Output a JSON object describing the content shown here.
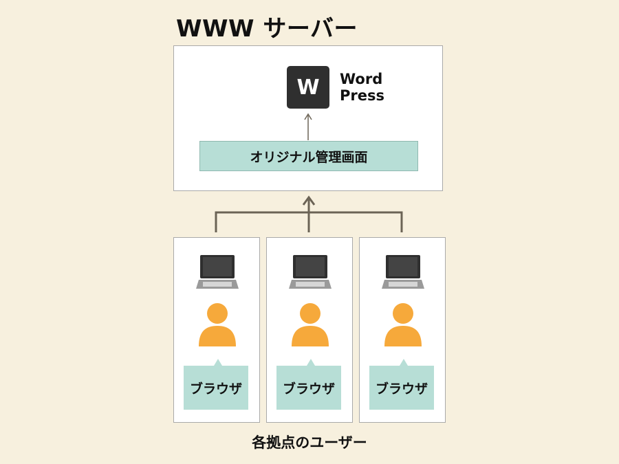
{
  "title": "WWW サーバー",
  "server": {
    "wp_icon_letter": "W",
    "wp_label_line1": "Word",
    "wp_label_line2": "Press",
    "admin_label": "オリジナル管理画面"
  },
  "users": [
    {
      "browser_label": "ブラウザ",
      "laptop_icon": "laptop-icon",
      "person_icon": "person-icon"
    },
    {
      "browser_label": "ブラウザ",
      "laptop_icon": "laptop-icon",
      "person_icon": "person-icon"
    },
    {
      "browser_label": "ブラウザ",
      "laptop_icon": "laptop-icon",
      "person_icon": "person-icon"
    }
  ],
  "footer": "各拠点のユーザー",
  "colors": {
    "background": "#f7f0de",
    "accent_teal": "#b7ded6",
    "person_orange": "#f6a93b",
    "icon_dark": "#2f2f2f",
    "connector": "#6b6355"
  }
}
